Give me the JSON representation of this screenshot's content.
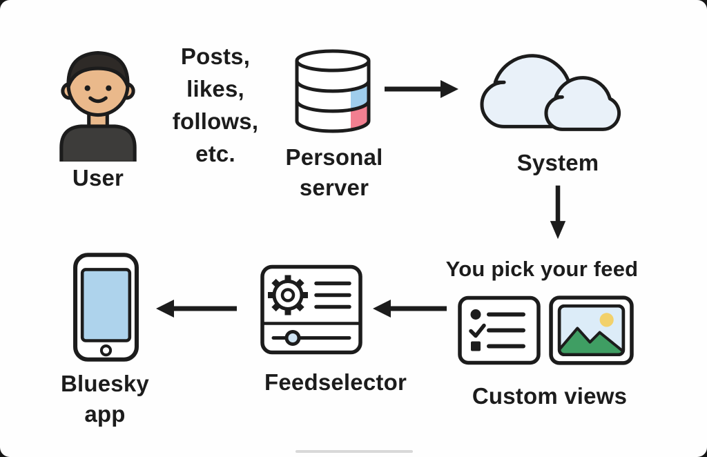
{
  "diagram": {
    "nodes": {
      "user": {
        "label": "User"
      },
      "flow_text": {
        "line1": "Posts,",
        "line2": "likes,",
        "line3": "follows,",
        "line4": "etc."
      },
      "personal_server": {
        "line1": "Personal",
        "line2": "server"
      },
      "system": {
        "label": "System"
      },
      "feed_pick": {
        "heading": "You pick your feed",
        "label": "Custom views"
      },
      "feedselector": {
        "label": "Feedselector"
      },
      "bluesky_app": {
        "line1": "Bluesky",
        "line2": "app"
      }
    },
    "colors": {
      "outline": "#1c1c1c",
      "skin": "#eab98b",
      "hair": "#2e2a27",
      "shirt": "#3d3c3a",
      "cloud": "#e9f1f9",
      "server_blue": "#9fcdec",
      "server_pink": "#f27f90",
      "screen": "#aed3ec",
      "sun": "#f2d16b",
      "mountain": "#3f9e63",
      "sky": "#dcecf8",
      "knob": "#cfe4f3"
    }
  }
}
